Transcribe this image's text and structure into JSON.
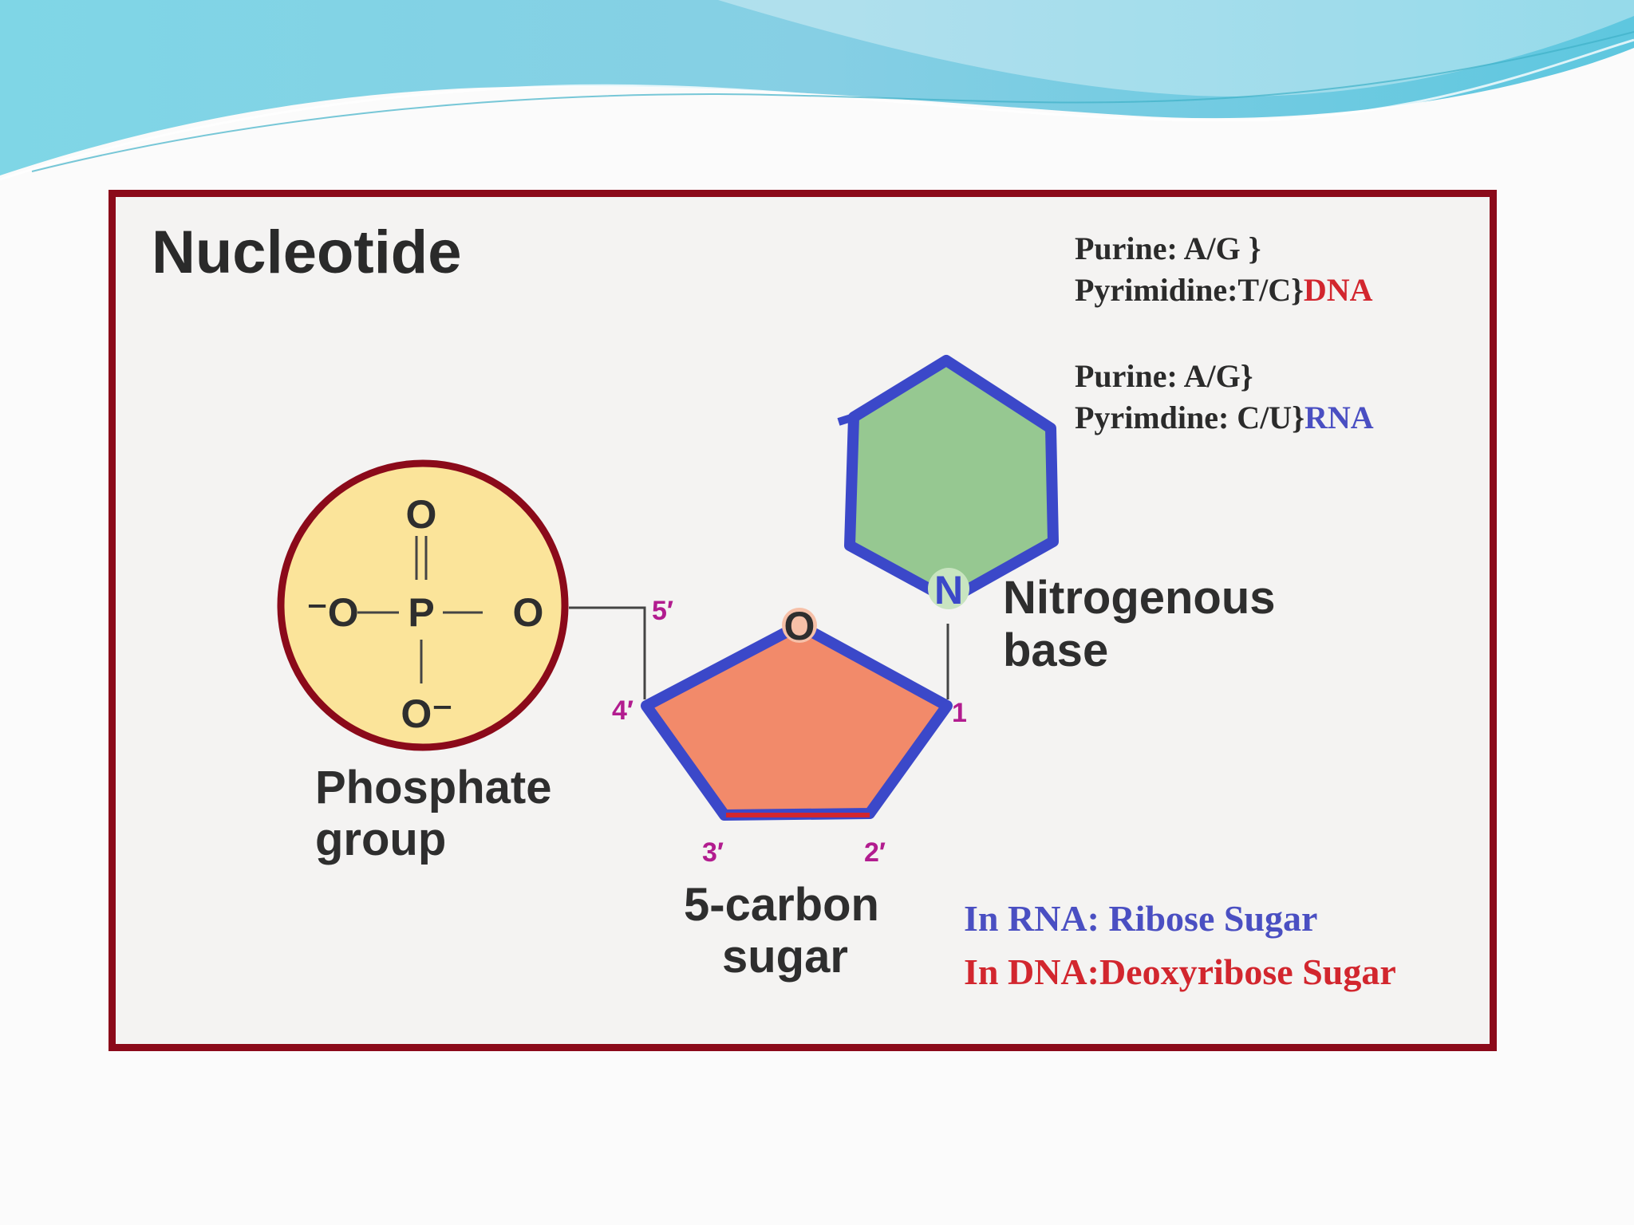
{
  "title": "Nucleotide",
  "colors": {
    "frame": "#8b0a1a",
    "phosphate_fill": "#fbe49a",
    "sugar_fill": "#f28a6a",
    "base_fill": "#96c891",
    "outline_blue": "#3b48c9",
    "prime_color": "#b21c8f",
    "red_text": "#d2262e",
    "blue_text": "#4a4fc2"
  },
  "phosphate": {
    "atom_top": "O",
    "atom_left": "⁻O",
    "atom_center": "P",
    "atom_right": "O",
    "atom_bottom": "O⁻",
    "label_line1": "Phosphate",
    "label_line2": "group"
  },
  "sugar": {
    "ring_oxygen": "O",
    "primes": {
      "p5": "5′",
      "p4": "4′",
      "p3": "3′",
      "p2": "2′",
      "p1": "1"
    },
    "label_line1": "5-carbon",
    "label_line2": "sugar"
  },
  "base": {
    "nitrogen": "N",
    "label_line1": "Nitrogenous",
    "label_line2": "base"
  },
  "notes": {
    "dna_line1": "Purine: A/G     }",
    "dna_line2_text": "Pyrimidine:T/C}",
    "dna_tag": "DNA",
    "rna_line1": "Purine:       A/G}",
    "rna_line2_text": "Pyrimdine: C/U}",
    "rna_tag": "RNA",
    "sugar_rna": "In RNA:  Ribose Sugar",
    "sugar_dna": "In DNA:Deoxyribose Sugar"
  }
}
